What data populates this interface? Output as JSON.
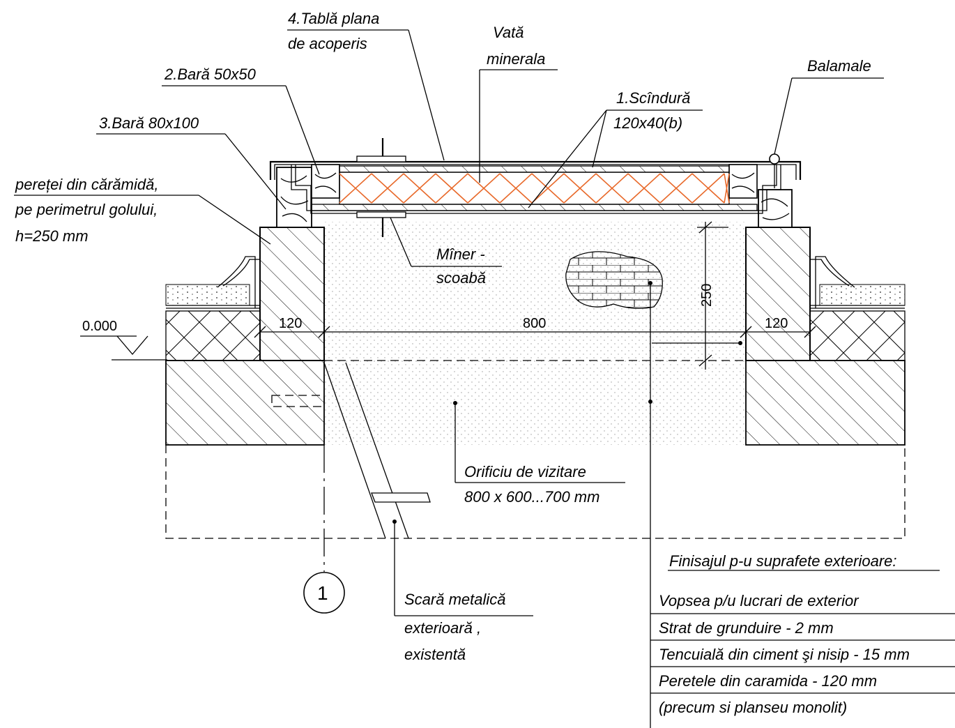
{
  "labels": {
    "tabla_line1": "4.Tablă  plana",
    "tabla_line2": "de  acoperis",
    "vata_line1": "Vată",
    "vata_line2": "minerala",
    "bara50": "2.Bară  50x50",
    "bara80": "3.Bară  80x100",
    "scindura_line1": "1.Scîndură",
    "scindura_line2": "120x40(b)",
    "balamale": "Balamale",
    "peretei_line1": "pereței din cărămidă,",
    "peretei_line2": "pe  perimetrul golului,",
    "peretei_line3": "h=250 mm",
    "miner_line1": "Mîner -",
    "miner_line2": "scoabă",
    "level": "0.000",
    "orificiu_line1": "Orificiu  de  vizitare",
    "orificiu_line2": "800 x 600...700 mm",
    "scara_line1": "Scară  metalică",
    "scara_line2": "exterioară ,",
    "scara_line3": "existentă",
    "axis_marker": "1"
  },
  "dimensions": {
    "left_wall": "120",
    "opening": "800",
    "right_wall": "120",
    "height": "250"
  },
  "finish_table": {
    "title": "Finisajul p-u suprafete exterioare:",
    "rows": [
      "Vopsea  p/u  lucrari  de  exterior",
      "Strat  de  grunduire              - 2 mm",
      "Tencuială din ciment  şi nisip - 15 mm",
      "Peretele  din  caramida      - 120  mm",
      " (precum  si  planseu monolit)"
    ]
  },
  "colors": {
    "insulation": "#e8692a",
    "line": "#000000",
    "fill_dots": "#b8b8b8"
  }
}
